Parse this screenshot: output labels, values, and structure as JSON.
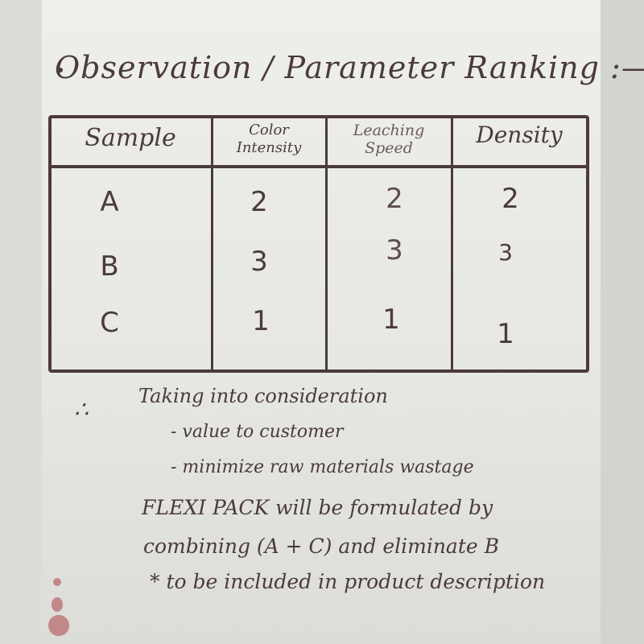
{
  "title": "Observation / Parameter Ranking :—",
  "table": {
    "headers": [
      {
        "line1": "Sample",
        "line2": ""
      },
      {
        "line1": "Color",
        "line2": "Intensity"
      },
      {
        "line1": "Leaching",
        "line2": "Speed"
      },
      {
        "line1": "Density",
        "line2": ""
      }
    ],
    "rows": [
      {
        "sample": "A",
        "color_intensity": "2",
        "leaching_speed": "2",
        "density": "2"
      },
      {
        "sample": "B",
        "color_intensity": "3",
        "leaching_speed": "3",
        "density": "3"
      },
      {
        "sample": "C",
        "color_intensity": "1",
        "leaching_speed": "1",
        "density": "1"
      }
    ]
  },
  "notes": {
    "therefore_symbol": "∴",
    "line1": "Taking into consideration",
    "line2": "- value to customer",
    "line3": "- minimize raw materials wastage",
    "line4": "FLEXI PACK will be formulated by",
    "line5": "combining (A + C) and eliminate B",
    "line6": "* to be included in product description"
  },
  "colors": {
    "ink": "#4b3a3e",
    "board": "#eeefeb",
    "marker_stain": "#b86a6e"
  }
}
